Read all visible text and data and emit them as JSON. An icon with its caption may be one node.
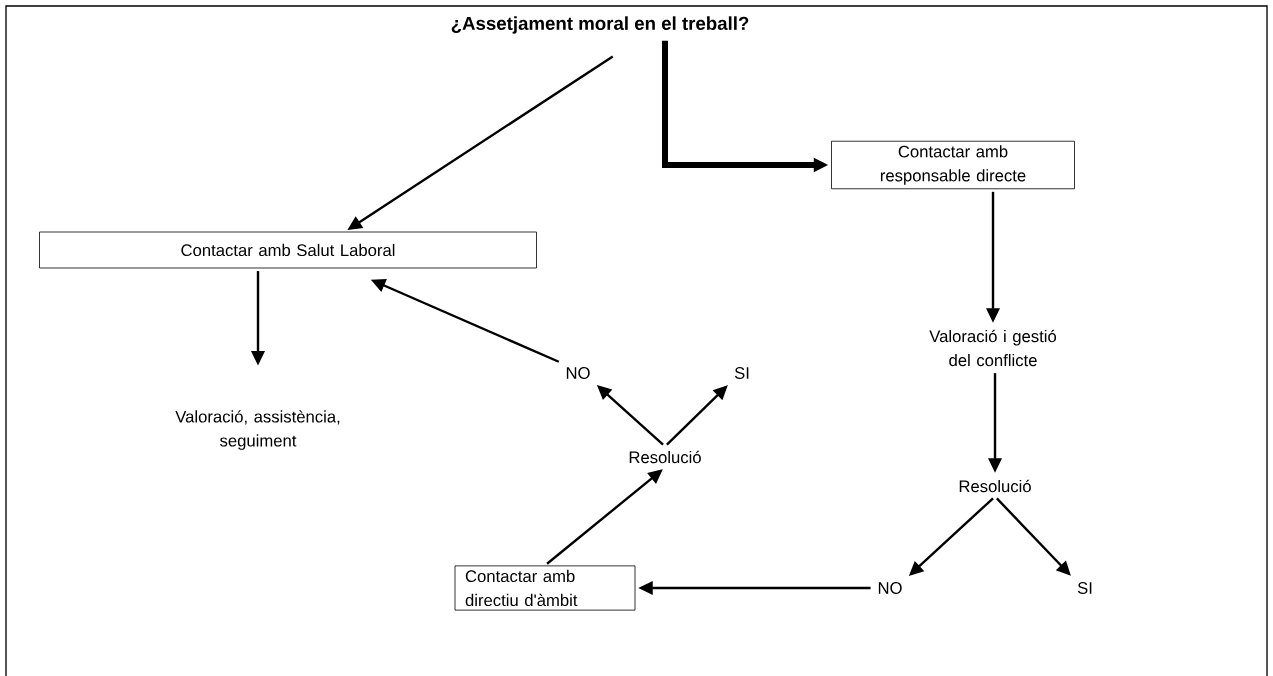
{
  "diagram": {
    "nodes": [
      {
        "text": [
          "¿Assetjament moral en el treball?"
        ]
      },
      {
        "text": [
          "Contactar amb responsable directe"
        ]
      },
      {
        "text": [
          "Contactar amb Salut Laboral"
        ]
      },
      {
        "text": [
          "Valoració i gestió del conflicte"
        ]
      },
      {
        "text": [
          "Valoració, assistència, seguiment"
        ]
      },
      {
        "text": [
          "Resolució"
        ]
      },
      {
        "text": [
          "NO"
        ]
      },
      {
        "text": [
          "SI"
        ]
      },
      {
        "text": [
          "Contactar amb directiu d'àmbit"
        ]
      },
      {
        "text": [
          "Resolució"
        ]
      },
      {
        "text": [
          "NO"
        ]
      },
      {
        "text": [
          "SI"
        ]
      }
    ],
    "edges": [
      {
        "from": 0,
        "to": 2,
        "arrow": "to"
      },
      {
        "from": 0,
        "to": 1,
        "arrow": "to",
        "style": "thick"
      },
      {
        "from": 1,
        "to": 3,
        "arrow": "to"
      },
      {
        "from": 2,
        "to": 4,
        "arrow": "to"
      },
      {
        "from": 3,
        "to": 5,
        "arrow": "to"
      },
      {
        "from": 5,
        "to": 6,
        "arrow": "to"
      },
      {
        "from": 5,
        "to": 7,
        "arrow": "to"
      },
      {
        "from": 6,
        "to": 8,
        "arrow": "to"
      },
      {
        "from": 8,
        "to": 9,
        "arrow": "to"
      },
      {
        "from": 9,
        "to": 10,
        "arrow": "to"
      },
      {
        "from": 9,
        "to": 11,
        "arrow": "to"
      },
      {
        "from": 10,
        "to": 2,
        "arrow": "to"
      }
    ]
  }
}
